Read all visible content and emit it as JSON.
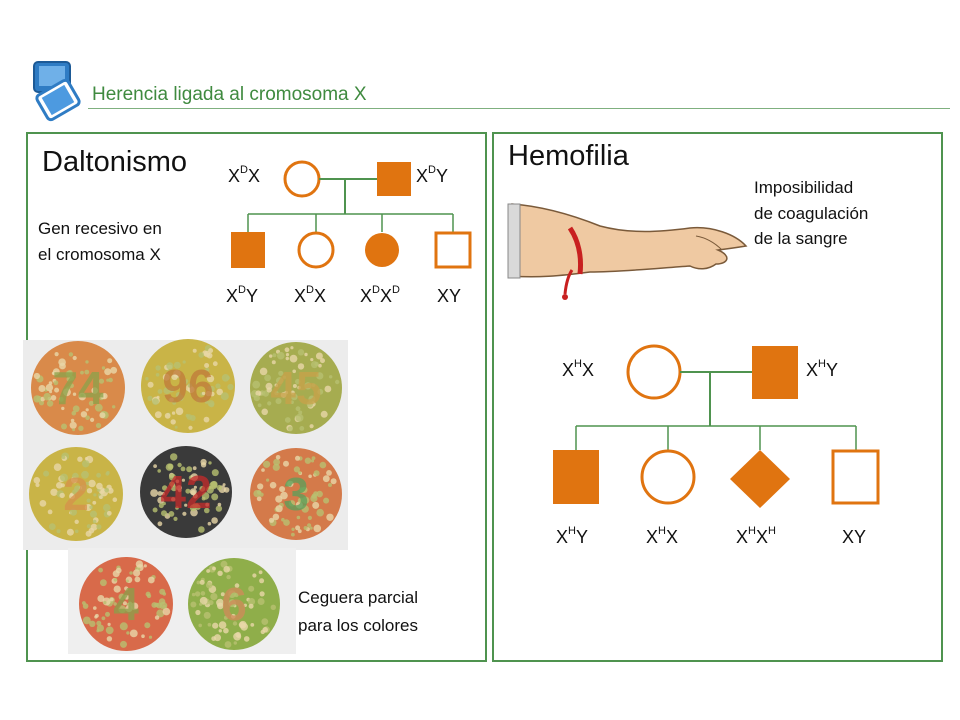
{
  "slide": {
    "title": "Herencia ligada al cromosoma X"
  },
  "colors": {
    "accent": "#e07410",
    "frame": "#4f934f",
    "title": "#3f8a3f"
  },
  "dalt": {
    "heading": "Daltonismo",
    "note_line1": "Gen recesivo en",
    "note_line2": "el cromosoma X",
    "mother": {
      "base": "X",
      "sup": "D",
      "tail": "X"
    },
    "father": {
      "base": "X",
      "sup": "D",
      "tail": "Y"
    },
    "children": [
      {
        "a": "X",
        "sa": "D",
        "b": "Y",
        "sb": ""
      },
      {
        "a": "X",
        "sa": "D",
        "b": "X",
        "sb": ""
      },
      {
        "a": "X",
        "sa": "D",
        "b": "X",
        "sb": "D"
      },
      {
        "a": "XY",
        "sa": "",
        "b": "",
        "sb": ""
      }
    ],
    "plates_caption_line1": "Ceguera parcial",
    "plates_caption_line2": "para los colores",
    "plates": [
      "74",
      "96",
      "45",
      "2",
      "42",
      "3",
      "4",
      "6"
    ]
  },
  "hemo": {
    "heading": "Hemofilia",
    "note_line1": "Imposibilidad",
    "note_line2": "de coagulación",
    "note_line3": "de la sangre",
    "mother": {
      "base": "X",
      "sup": "H",
      "tail": "X"
    },
    "father": {
      "base": "X",
      "sup": "H",
      "tail": "Y"
    },
    "children": [
      {
        "a": "X",
        "sa": "H",
        "b": "Y",
        "sb": ""
      },
      {
        "a": "X",
        "sa": "H",
        "b": "X",
        "sb": ""
      },
      {
        "a": "X",
        "sa": "H",
        "b": "X",
        "sb": "H"
      },
      {
        "a": "XY",
        "sa": "",
        "b": "",
        "sb": ""
      }
    ]
  }
}
